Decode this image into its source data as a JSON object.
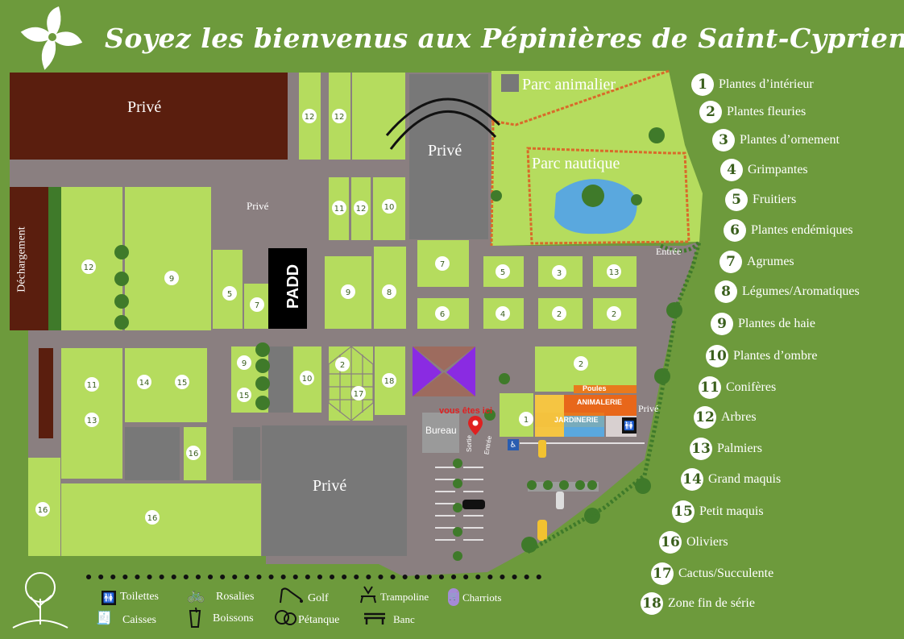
{
  "title": "Soyez les bienvenus aux Pépinières de Saint-Cyprien !",
  "colors": {
    "background": "#6d9a3c",
    "plot": "#b5dc5e",
    "path": "#8a7f80",
    "private": "#5a1e0e",
    "grey": "#787878",
    "legend_text": "#ffffff"
  },
  "map_labels": {
    "prive_top_left": "Privé",
    "prive_center_top": "Privé",
    "prive_small": "Privé",
    "prive_bottom": "Privé",
    "prive_right": "Privé",
    "dechargement": "Déchargement",
    "padd": "PADD",
    "parc_animalier": "Parc animalier",
    "parc_nautique": "Parc nautique",
    "entree": "Entrée",
    "bureau": "Bureau",
    "poules": "Poules",
    "animalerie": "ANIMALERIE",
    "jardinerie": "JARDINERIE",
    "vous_etes_ici": "vous êtes ici",
    "sortie": "Sortie",
    "entree_small": "Entrée"
  },
  "plot_numbers": {
    "p1": "12",
    "p2": "12",
    "p3": "11",
    "p4": "12",
    "p5": "10",
    "p6": "12",
    "p7": "9",
    "p8": "5",
    "p9": "7",
    "p10": "9",
    "p11": "8",
    "p12": "7",
    "p13": "6",
    "p14": "5",
    "p15": "3",
    "p16": "13",
    "p17": "4",
    "p18": "2",
    "p19": "2",
    "p20": "11",
    "p21": "13",
    "p22": "14",
    "p23": "15",
    "p24": "9",
    "p25": "15",
    "p26": "10",
    "p27": "2",
    "p28": "17",
    "p29": "18",
    "p30": "2",
    "p31": "1",
    "p32": "16",
    "p33": "16",
    "p34": "16"
  },
  "legend": [
    {
      "num": "1",
      "label": "Plantes d’intérieur"
    },
    {
      "num": "2",
      "label": "Plantes fleuries"
    },
    {
      "num": "3",
      "label": "Plantes d’ornement"
    },
    {
      "num": "4",
      "label": "Grimpantes"
    },
    {
      "num": "5",
      "label": "Fruitiers"
    },
    {
      "num": "6",
      "label": "Plantes endémiques"
    },
    {
      "num": "7",
      "label": "Agrumes"
    },
    {
      "num": "8",
      "label": "Légumes/Aromatiques"
    },
    {
      "num": "9",
      "label": "Plantes de haie"
    },
    {
      "num": "10",
      "label": "Plantes d’ombre"
    },
    {
      "num": "11",
      "label": "Conifères"
    },
    {
      "num": "12",
      "label": "Arbres"
    },
    {
      "num": "13",
      "label": "Palmiers"
    },
    {
      "num": "14",
      "label": "Grand maquis"
    },
    {
      "num": "15",
      "label": "Petit maquis"
    },
    {
      "num": "16",
      "label": "Oliviers"
    },
    {
      "num": "17",
      "label": "Cactus/Succulente"
    },
    {
      "num": "18",
      "label": "Zone fin de série"
    }
  ],
  "bottom_legend": {
    "toilettes": "Toilettes",
    "caisses": "Caisses",
    "rosalies": "Rosalies",
    "boissons": "Boissons",
    "golf": "Golf",
    "petanque": "Pétanque",
    "trampoline": "Trampoline",
    "banc": "Banc",
    "charriots": "Charriots"
  }
}
